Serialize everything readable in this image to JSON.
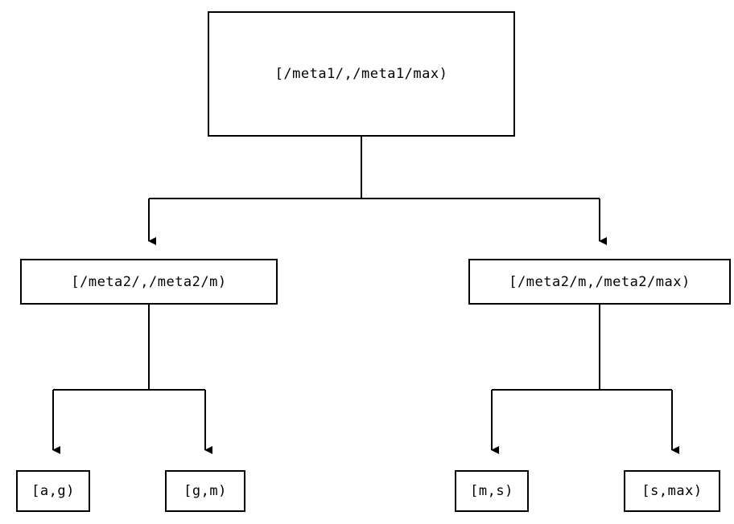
{
  "diagram": {
    "root": {
      "label": "[/meta1/,/meta1/max)"
    },
    "level2": [
      {
        "label": "[/meta2/,/meta2/m)"
      },
      {
        "label": "[/meta2/m,/meta2/max)"
      }
    ],
    "leaves": [
      {
        "label": "[a,g)"
      },
      {
        "label": "[g,m)"
      },
      {
        "label": "[m,s)"
      },
      {
        "label": "[s,max)"
      }
    ],
    "colors": {
      "line": "#000000",
      "background": "#ffffff"
    }
  }
}
